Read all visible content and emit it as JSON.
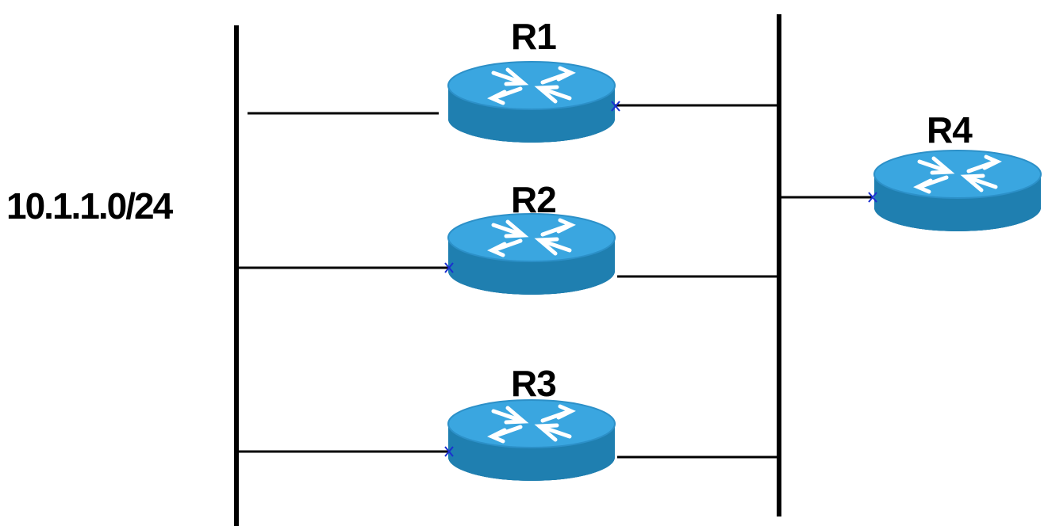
{
  "network": {
    "label": "10.1.1.0/24"
  },
  "routers": [
    {
      "id": "r1",
      "label": "R1"
    },
    {
      "id": "r2",
      "label": "R2"
    },
    {
      "id": "r3",
      "label": "R3"
    },
    {
      "id": "r4",
      "label": "R4"
    }
  ],
  "colors": {
    "router_top": "#3aa6e0",
    "router_side": "#1f7fb0",
    "router_arrows": "#ffffff",
    "interface_marker": "#1a2fd0",
    "link": "#000000"
  }
}
